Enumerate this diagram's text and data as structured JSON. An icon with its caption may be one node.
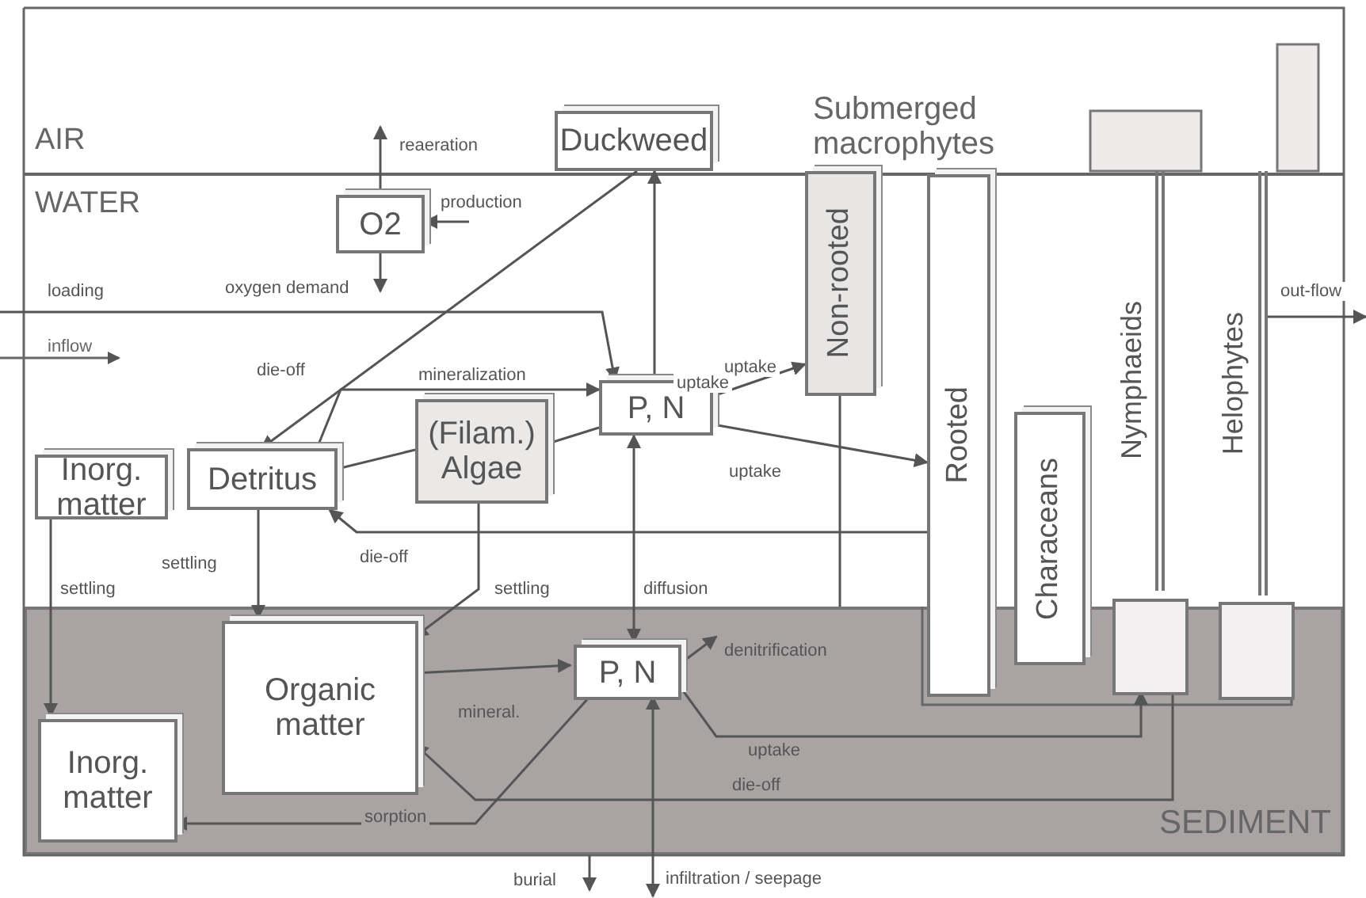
{
  "diagram": {
    "nodes": [
      {
        "text": [
          "Duckweed"
        ]
      },
      {
        "text": [
          "O2"
        ]
      },
      {
        "text": [
          "P, N"
        ]
      },
      {
        "text": [
          "Inorg. matter"
        ]
      },
      {
        "text": [
          "Detritus"
        ]
      },
      {
        "text": [
          "(Filam.) Algae"
        ]
      },
      {
        "text": [
          "Non-rooted"
        ]
      },
      {
        "text": [
          "Rooted"
        ]
      },
      {
        "text": [
          "Characeans"
        ]
      },
      {
        "text": [
          "Nymphaeids"
        ]
      },
      {
        "text": [
          "Helophytes"
        ]
      },
      {
        "text": [
          "SEDIMENT"
        ]
      },
      {
        "text": [
          "Organic matter"
        ],
        "in": 11
      },
      {
        "text": [
          "P, N"
        ],
        "in": 11
      },
      {
        "text": [
          "Inorg. matter"
        ],
        "in": 11
      },
      {
        "text": [],
        "shape": "box",
        "in": 11
      },
      {
        "text": [],
        "shape": "box",
        "in": 11
      }
    ],
    "edges": [
      {
        "from": 1,
        "to": null,
        "arrow": "to",
        "label": "reaeration"
      },
      {
        "from": null,
        "to": 1,
        "arrow": "to",
        "label": "production"
      },
      {
        "from": 1,
        "to": null,
        "arrow": "to",
        "label": "oxygen demand"
      },
      {
        "from": null,
        "to": 2,
        "arrow": "to",
        "label": "loading"
      },
      {
        "from": 0,
        "to": 4,
        "arrow": "to",
        "label": "die-off"
      },
      {
        "from": 4,
        "to": 2,
        "arrow": "to",
        "label": "mineralization"
      },
      {
        "from": 2,
        "to": 0,
        "arrow": "to",
        "label": "uptake"
      },
      {
        "from": 2,
        "to": 6,
        "arrow": "to",
        "label": "uptake"
      },
      {
        "from": 2,
        "to": 7,
        "arrow": "to",
        "label": "uptake"
      },
      {
        "from": 4,
        "to": 5,
        "arrow": "none"
      },
      {
        "from": 5,
        "to": 2,
        "arrow": "none"
      },
      {
        "from": 7,
        "to": 4,
        "arrow": "to",
        "label": "die-off"
      },
      {
        "from": 3,
        "to": 14,
        "arrow": "to",
        "label": "settling"
      },
      {
        "from": 4,
        "to": 12,
        "arrow": "to",
        "label": "settling"
      },
      {
        "from": 5,
        "to": 12,
        "arrow": "to",
        "label": "settling"
      },
      {
        "from": 2,
        "to": 13,
        "arrow": "both",
        "label": "diffusion"
      },
      {
        "from": 12,
        "to": 13,
        "arrow": "to",
        "label": "mineral."
      },
      {
        "from": 13,
        "to": null,
        "arrow": "to",
        "label": "denitrification"
      },
      {
        "from": 13,
        "to": 15,
        "arrow": "to",
        "label": "uptake"
      },
      {
        "from": 15,
        "to": 12,
        "arrow": "to",
        "label": "die-off"
      },
      {
        "from": 13,
        "to": 14,
        "arrow": "to",
        "label": "sorption"
      },
      {
        "from": 11,
        "to": null,
        "arrow": "to",
        "label": "burial"
      },
      {
        "from": 13,
        "to": null,
        "arrow": "both",
        "label": "infiltration / seepage"
      },
      {
        "from": 6,
        "to": 11,
        "arrow": "none"
      },
      {
        "from": 10,
        "to": null,
        "arrow": "to",
        "label": "out-flow"
      }
    ],
    "labels": [
      "AIR",
      "Submerged macrophytes",
      "WATER",
      "inflow"
    ]
  }
}
